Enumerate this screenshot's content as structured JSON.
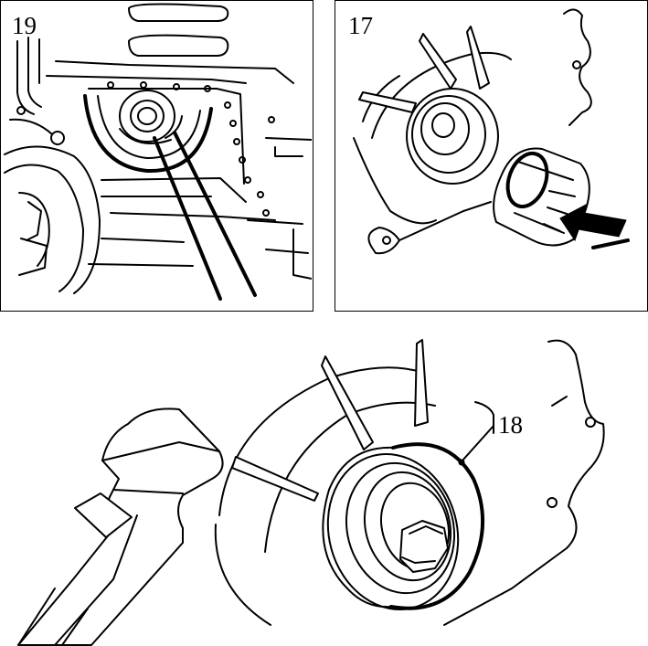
{
  "figures": [
    {
      "id": "19",
      "callout": "19"
    },
    {
      "id": "17",
      "callout": "17"
    },
    {
      "id": "18",
      "callout": "18"
    }
  ],
  "colors": {
    "line": "#000000",
    "background": "#ffffff"
  }
}
